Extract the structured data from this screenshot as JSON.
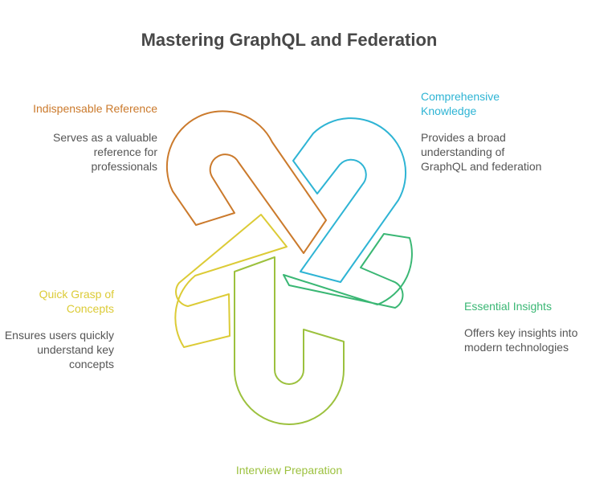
{
  "title": "Mastering GraphQL and Federation",
  "colors": {
    "indispensable": "#CB7A2C",
    "comprehensive": "#2EB4D4",
    "essential": "#3AB774",
    "interview": "#9CC13E",
    "quick": "#DCCB36",
    "text": "#555555",
    "title": "#484848"
  },
  "items": {
    "indispensable": {
      "label": "Indispensable Reference",
      "desc_lines": [
        "Serves as a valuable",
        "reference for",
        "professionals"
      ]
    },
    "comprehensive": {
      "label_lines": [
        "Comprehensive",
        "Knowledge"
      ],
      "desc_lines": [
        "Provides a broad",
        "understanding of",
        "GraphQL and federation"
      ]
    },
    "essential": {
      "label": "Essential Insights",
      "desc_lines": [
        "Offers key insights into",
        "modern technologies"
      ]
    },
    "quick": {
      "label_lines": [
        "Quick Grasp of",
        "Concepts"
      ],
      "desc_lines": [
        "Ensures users quickly",
        "understand key",
        "concepts"
      ]
    },
    "interview": {
      "label": "Interview Preparation"
    }
  }
}
